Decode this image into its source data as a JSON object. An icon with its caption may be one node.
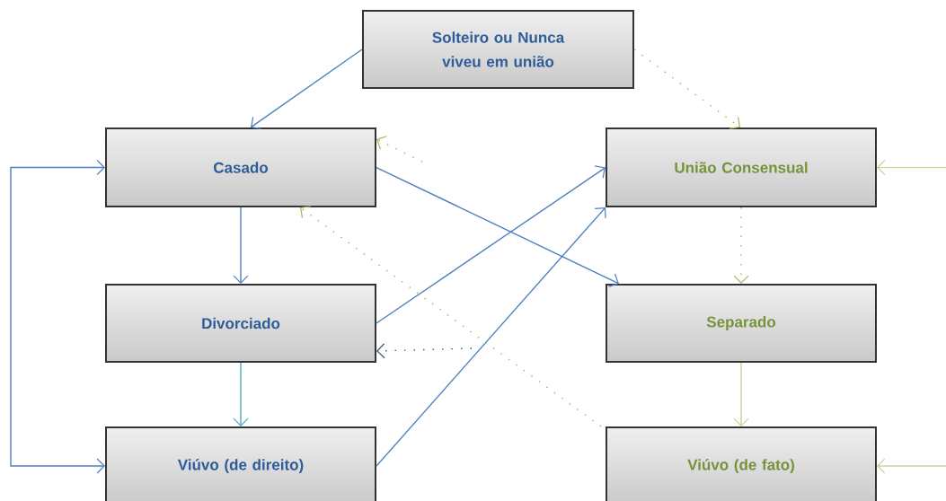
{
  "diagram": {
    "nodes": [
      {
        "text": [
          "Solteiro ou Nunca viveu em união"
        ]
      },
      {
        "text": [
          "Casado"
        ]
      },
      {
        "text": [
          "União Consensual"
        ]
      },
      {
        "text": [
          "Divorciado"
        ]
      },
      {
        "text": [
          "Separado"
        ]
      },
      {
        "text": [
          "Viúvo  (de direito)"
        ]
      },
      {
        "text": [
          "Viúvo  (de fato)"
        ]
      }
    ],
    "edges": [
      {
        "from": 0,
        "to": 1,
        "arrow": "to"
      },
      {
        "from": 0,
        "to": 2,
        "arrow": "to",
        "style": "dashed",
        "color": "#9bbb59"
      },
      {
        "from": null,
        "to": 1,
        "arrow": "to",
        "style": "dashed",
        "color": "#9bbb59"
      },
      {
        "from": 1,
        "to": 3,
        "arrow": "to"
      },
      {
        "from": 5,
        "to": 1,
        "arrow": "both"
      },
      {
        "from": 1,
        "to": 4,
        "arrow": "to"
      },
      {
        "from": 3,
        "to": 2,
        "arrow": "to"
      },
      {
        "from": 5,
        "to": 2,
        "arrow": "to"
      },
      {
        "from": 6,
        "to": 1,
        "arrow": "to",
        "style": "dashed",
        "color": "#9bbb59"
      },
      {
        "from": null,
        "to": 3,
        "arrow": "to",
        "style": "dashed",
        "color": "#44546a"
      },
      {
        "from": 3,
        "to": 5,
        "arrow": "to",
        "color": "#4bacc6"
      },
      {
        "from": null,
        "to": 2,
        "arrow": "to",
        "color": "#c3d69b"
      },
      {
        "from": 2,
        "to": 4,
        "arrow": "to",
        "style": "dashed",
        "color": "#9bbb59"
      },
      {
        "from": 4,
        "to": 6,
        "arrow": "to",
        "color": "#c3d69b"
      },
      {
        "from": null,
        "to": 6,
        "arrow": "to",
        "color": "#c3d69b"
      }
    ]
  }
}
